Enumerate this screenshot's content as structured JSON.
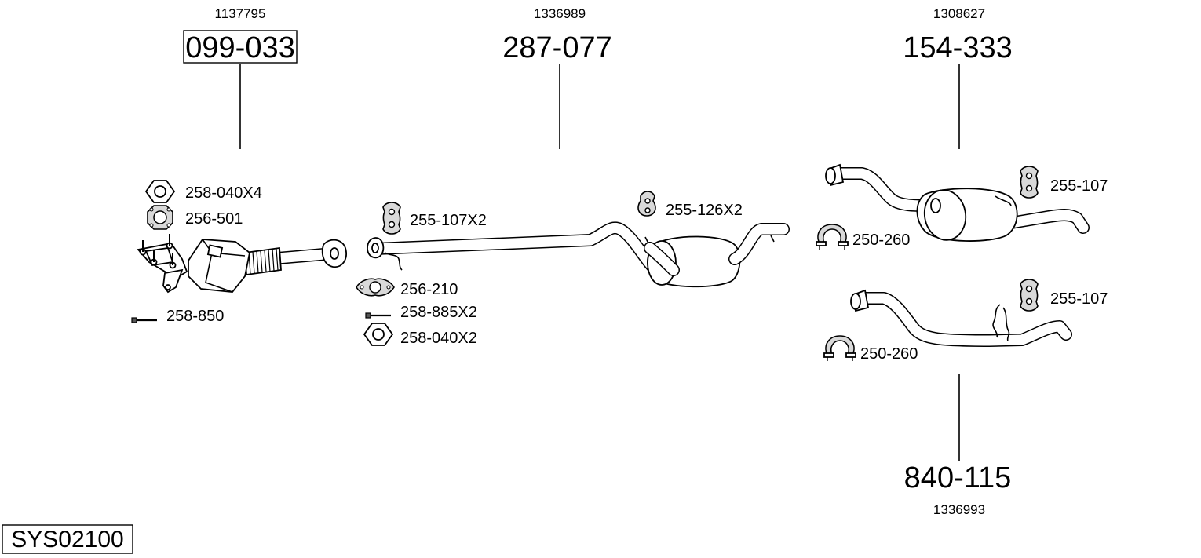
{
  "diagram": {
    "system_code": "SYS02100",
    "main_parts": [
      {
        "part_number": "099-033",
        "oe_number": "1137795",
        "boxed": true
      },
      {
        "part_number": "287-077",
        "oe_number": "1336989",
        "boxed": false
      },
      {
        "part_number": "154-333",
        "oe_number": "1308627",
        "boxed": false
      },
      {
        "part_number": "840-115",
        "oe_number": "1336993",
        "boxed": false
      }
    ],
    "accessories": [
      {
        "code": "258-040X4",
        "icon": "hex-nut-icon"
      },
      {
        "code": "256-501",
        "icon": "flange-gasket-icon"
      },
      {
        "code": "258-850",
        "icon": "bolt-icon"
      },
      {
        "code": "255-107X2",
        "icon": "rubber-hanger-icon"
      },
      {
        "code": "256-210",
        "icon": "oval-gasket-icon"
      },
      {
        "code": "258-885X2",
        "icon": "bolt-icon"
      },
      {
        "code": "258-040X2",
        "icon": "hex-nut-icon"
      },
      {
        "code": "255-126X2",
        "icon": "rubber-hanger-icon"
      },
      {
        "code": "255-107",
        "icon": "rubber-hanger-icon"
      },
      {
        "code": "250-260",
        "icon": "pipe-clamp-icon"
      },
      {
        "code": "255-107",
        "icon": "rubber-hanger-icon"
      },
      {
        "code": "250-260",
        "icon": "pipe-clamp-icon"
      }
    ]
  }
}
